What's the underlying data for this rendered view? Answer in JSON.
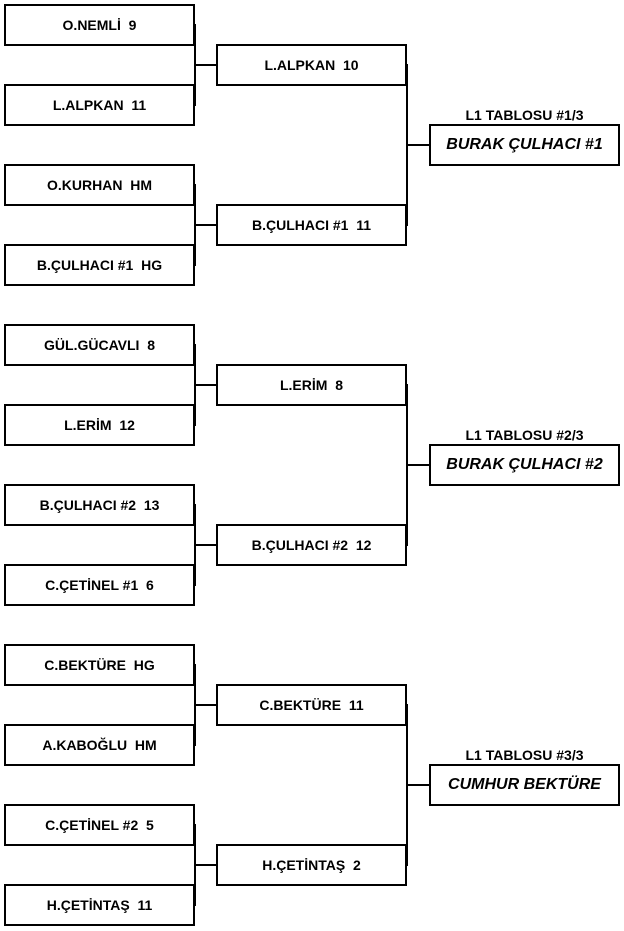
{
  "groups": [
    {
      "r1": [
        "O.NEMLİ  9",
        "L.ALPKAN  11",
        "O.KURHAN  HM",
        "B.ÇULHACI #1  HG"
      ],
      "r2": [
        "L.ALPKAN  10",
        "B.ÇULHACI #1  11"
      ],
      "table_label": "L1 TABLOSU #1/3",
      "winner": "BURAK ÇULHACI #1"
    },
    {
      "r1": [
        "GÜL.GÜCAVLI  8",
        "L.ERİM  12",
        "B.ÇULHACI #2  13",
        "C.ÇETİNEL #1  6"
      ],
      "r2": [
        "L.ERİM  8",
        "B.ÇULHACI #2  12"
      ],
      "table_label": "L1 TABLOSU #2/3",
      "winner": "BURAK ÇULHACI #2"
    },
    {
      "r1": [
        "C.BEKTÜRE  HG",
        "A.KABOĞLU  HM",
        "C.ÇETİNEL #2  5",
        "H.ÇETİNTAŞ  11"
      ],
      "r2": [
        "C.BEKTÜRE  11",
        "H.ÇETİNTAŞ  2"
      ],
      "table_label": "L1 TABLOSU #3/3",
      "winner": "CUMHUR BEKTÜRE"
    }
  ]
}
